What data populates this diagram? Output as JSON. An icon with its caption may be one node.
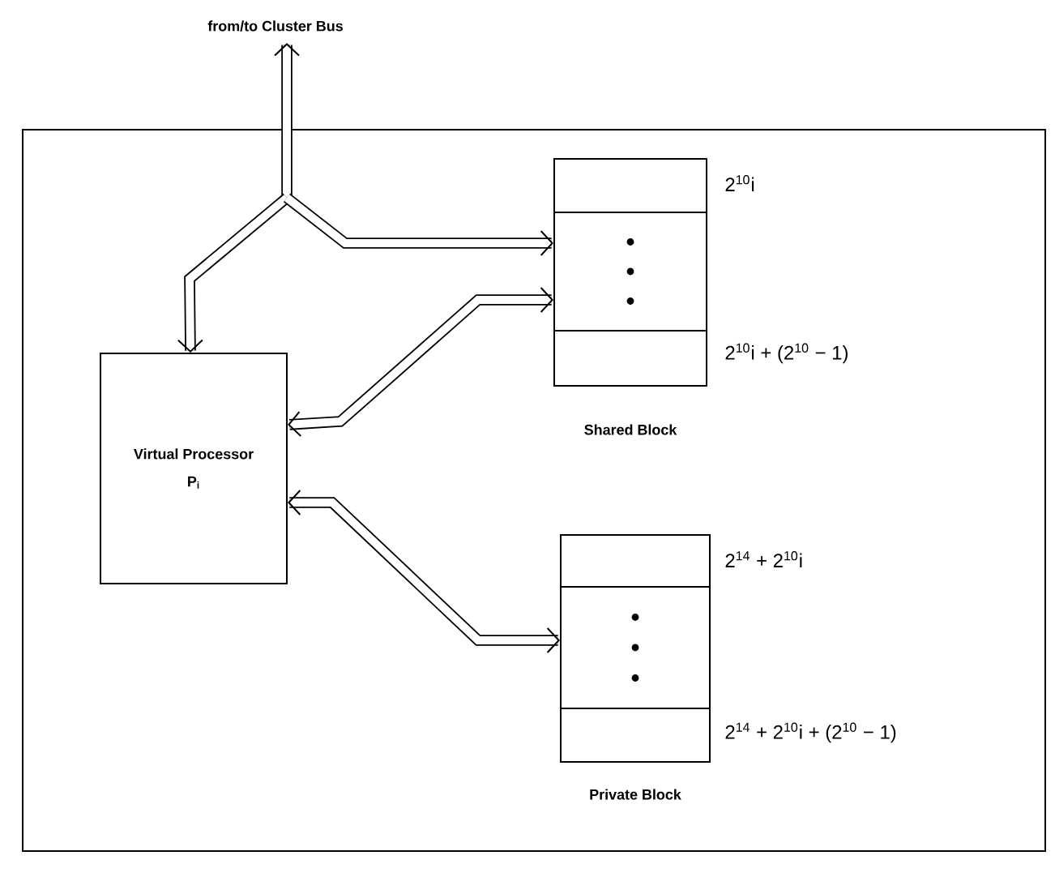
{
  "diagram": {
    "nodes": [
      {
        "text": [],
        "shape": "box"
      },
      {
        "text": [
          "Virtual Processor",
          "P$_{i}$"
        ],
        "in": 0
      },
      {
        "text": [],
        "shape": "box",
        "in": 0,
        "beside": [
          "2$^{10}$i",
          "2$^{10}$i + (2$^{10}$ − 1)",
          "Shared Block"
        ]
      },
      {
        "text": [],
        "shape": "box",
        "in": 0,
        "beside": [
          "2$^{14}$ + 2$^{10}$i",
          "2$^{14}$ + 2$^{10}$i + (2$^{10}$ − 1)",
          "Private Block"
        ]
      },
      {
        "text": [
          "from/to Cluster Bus"
        ]
      }
    ],
    "edges": [
      {
        "from": 4,
        "to": 1,
        "arrow": "both"
      },
      {
        "from": 4,
        "to": 2,
        "arrow": "both"
      },
      {
        "from": 1,
        "to": 2,
        "arrow": "both"
      },
      {
        "from": 1,
        "to": 3,
        "arrow": "both"
      }
    ]
  }
}
